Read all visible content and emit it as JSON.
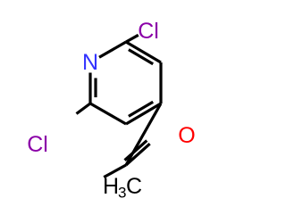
{
  "molecule": {
    "atoms": {
      "nitrogen": {
        "label": "N",
        "color": "#3333ff"
      },
      "chlorine_top": {
        "label": "Cl",
        "color": "#8b00a8"
      },
      "chlorine_left": {
        "label": "Cl",
        "color": "#8b00a8"
      },
      "oxygen": {
        "label": "O",
        "color": "#ff0000"
      },
      "methyl": {
        "label": "H",
        "subscript": "3",
        "suffix": "C",
        "color": "#000000"
      }
    },
    "bond_color": "#000000"
  }
}
